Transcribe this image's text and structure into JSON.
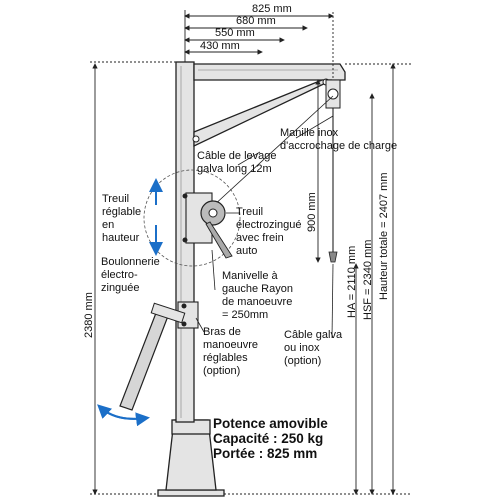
{
  "dimensions": {
    "d825": "825 mm",
    "d680": "680 mm",
    "d550": "550 mm",
    "d430": "430 mm",
    "d900": "900 mm",
    "d2380": "2380 mm",
    "ha": "HA = 2110 mm",
    "hsf": "HSF = 2340 mm",
    "htotal": "Hauteur totale = 2407 mm"
  },
  "labels": {
    "manille": "Manille inox\nd'accrochage de charge",
    "cable_levage": "Câble de levage\ngalva long 12m",
    "treuil_reglable": "Treuil\nréglable\nen\nhauteur",
    "treuil_electro": "Treuil\nélectrozingué\navec frein\nauto",
    "boulonnerie": "Boulonnerie\nélectro-\nzinguée",
    "manivelle": "Manivelle à\ngauche Rayon\nde manoeuvre\n= 250mm",
    "bras": "Bras de\nmanoeuvre\nréglables\n(option)",
    "cable_galva": "Câble galva\nou inox\n(option)"
  },
  "title": {
    "line1": "Potence amovible",
    "line2": "Capacité : 250 kg",
    "line3": "Portée : 825 mm"
  },
  "colors": {
    "steel_fill": "#e4e4e4",
    "outline": "#222222",
    "arrow": "#1b6fc8"
  }
}
